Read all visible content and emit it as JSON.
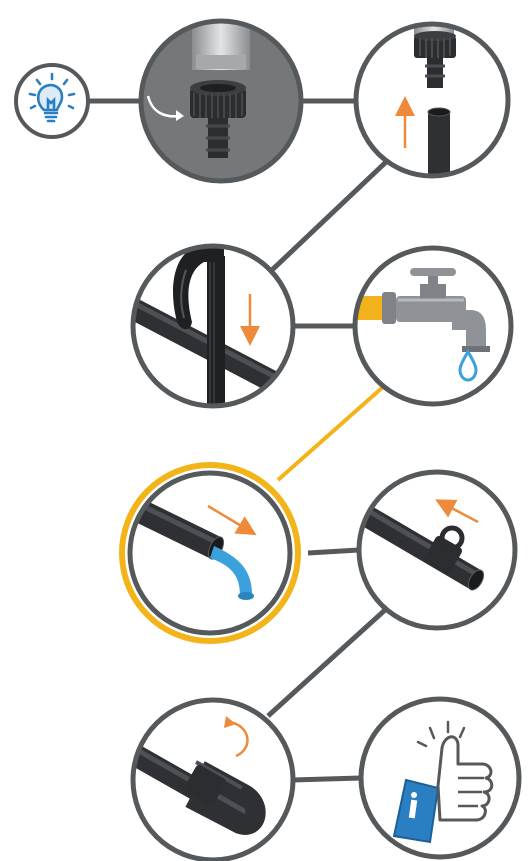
{
  "diagram": {
    "steps": [
      {
        "name": "hint",
        "icon": "lightbulb-icon",
        "highlighted": false
      },
      {
        "name": "attach-connector",
        "icon": "connector-twist-icon",
        "highlighted": false
      },
      {
        "name": "insert-tube",
        "icon": "tube-insert-icon",
        "highlighted": false
      },
      {
        "name": "stake-tube",
        "icon": "stake-icon",
        "highlighted": false
      },
      {
        "name": "connect-faucet",
        "icon": "faucet-icon",
        "highlighted": false
      },
      {
        "name": "flush-water",
        "icon": "water-flush-icon",
        "highlighted": true
      },
      {
        "name": "slide-end-clamp",
        "icon": "end-clamp-icon",
        "highlighted": false
      },
      {
        "name": "fold-tube-end",
        "icon": "fold-end-icon",
        "highlighted": false
      },
      {
        "name": "done",
        "icon": "thumbs-up-icon",
        "highlighted": false
      }
    ]
  },
  "colors": {
    "ring": "#55595c",
    "highlight": "#f2b418",
    "arrow": "#ee8a3a",
    "water": "#3aa1dc",
    "tube": "#2e3033",
    "icon_blue": "#2a7fc2",
    "faucet": "#8f9296",
    "connector_yellow": "#f3b21b"
  }
}
